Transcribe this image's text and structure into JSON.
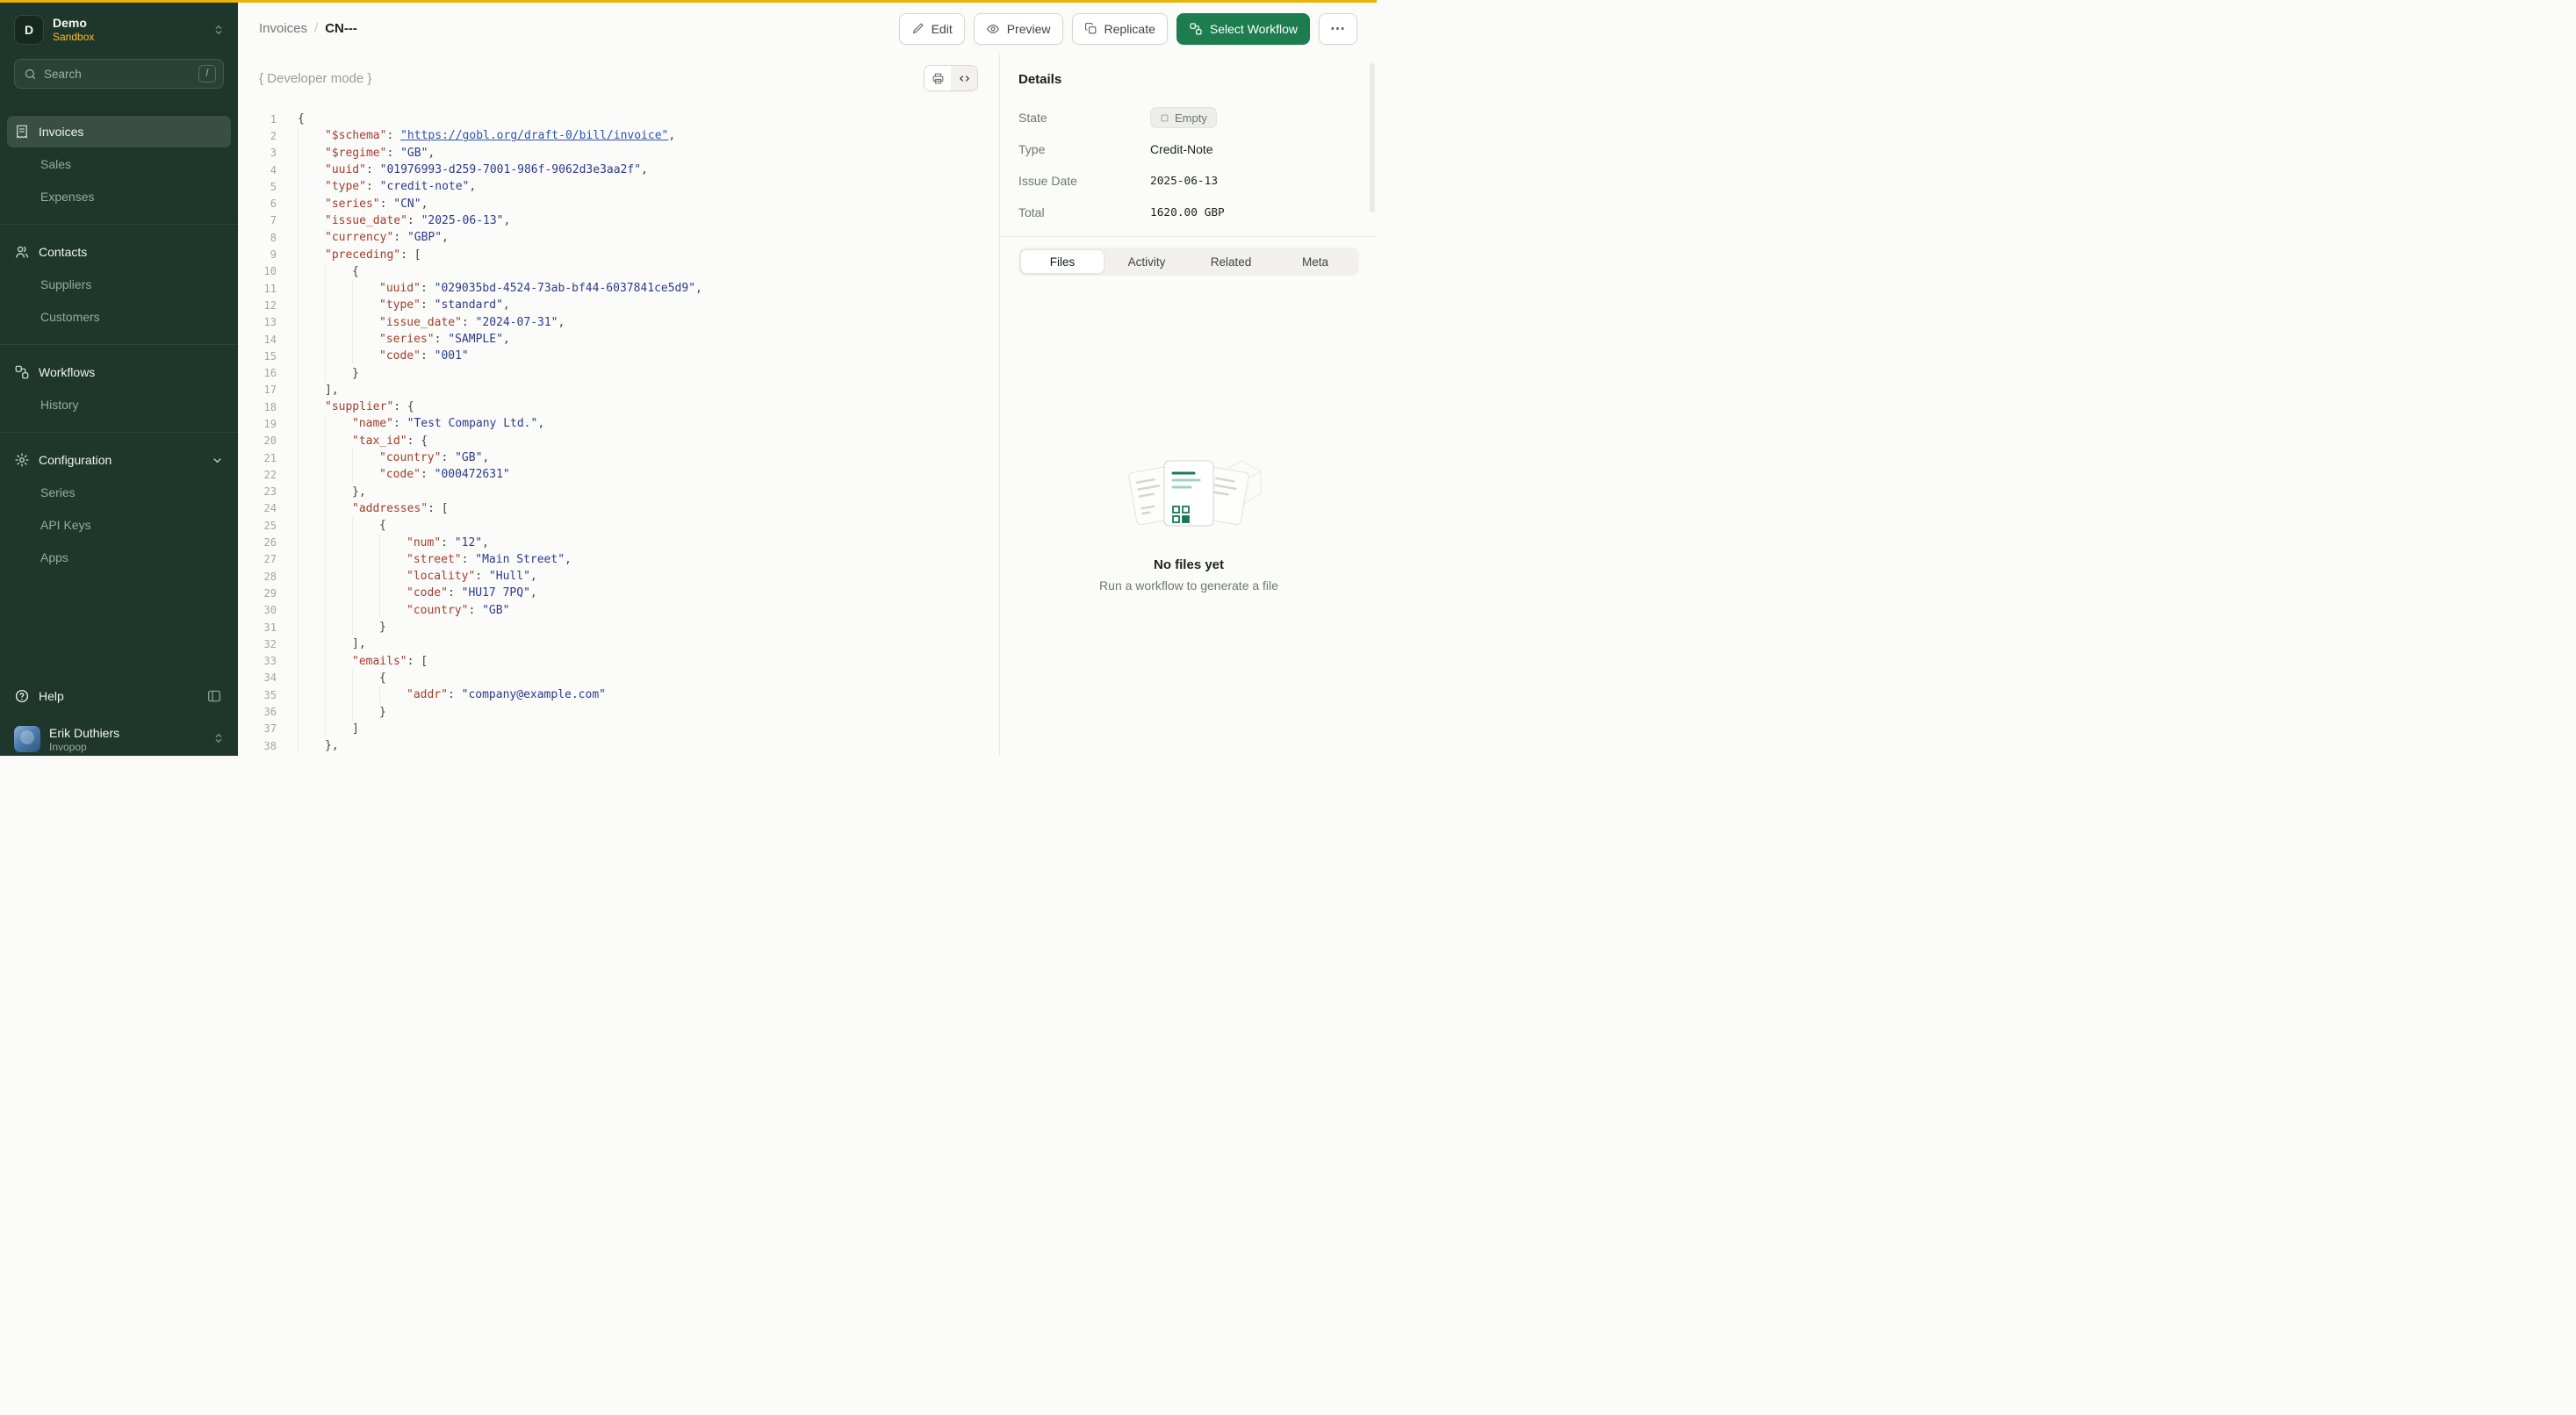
{
  "workspace": {
    "initial": "D",
    "name": "Demo",
    "environment": "Sandbox"
  },
  "search": {
    "placeholder": "Search",
    "shortcut": "/"
  },
  "sidebar": {
    "items": [
      {
        "label": "Invoices"
      },
      {
        "label": "Sales"
      },
      {
        "label": "Expenses"
      },
      {
        "label": "Contacts"
      },
      {
        "label": "Suppliers"
      },
      {
        "label": "Customers"
      },
      {
        "label": "Workflows"
      },
      {
        "label": "History"
      },
      {
        "label": "Configuration"
      },
      {
        "label": "Series"
      },
      {
        "label": "API Keys"
      },
      {
        "label": "Apps"
      }
    ],
    "help_label": "Help"
  },
  "user": {
    "name": "Erik Duthiers",
    "org": "Invopop"
  },
  "header": {
    "breadcrumb_root": "Invoices",
    "breadcrumb_sep": "/",
    "breadcrumb_current": "CN---",
    "edit_label": "Edit",
    "preview_label": "Preview",
    "replicate_label": "Replicate",
    "select_workflow_label": "Select Workflow",
    "more_label": "⋯"
  },
  "editor": {
    "mode_label": "{ Developer mode }"
  },
  "details": {
    "title": "Details",
    "rows": [
      {
        "label": "State",
        "value": "Empty"
      },
      {
        "label": "Type",
        "value": "Credit-Note"
      },
      {
        "label": "Issue Date",
        "value": "2025-06-13"
      },
      {
        "label": "Total",
        "value": "1620.00 GBP"
      }
    ],
    "tabs": [
      {
        "label": "Files"
      },
      {
        "label": "Activity"
      },
      {
        "label": "Related"
      },
      {
        "label": "Meta"
      }
    ],
    "empty": {
      "title": "No files yet",
      "subtitle": "Run a workflow to generate a file"
    }
  },
  "code": {
    "lines": [
      {
        "i": 0,
        "t": [
          [
            "p",
            "{"
          ]
        ]
      },
      {
        "i": 1,
        "t": [
          [
            "k",
            "\"$schema\""
          ],
          [
            "p",
            ": "
          ],
          [
            "l",
            "\"https://gobl.org/draft-0/bill/invoice\""
          ],
          [
            "p",
            ","
          ]
        ]
      },
      {
        "i": 1,
        "t": [
          [
            "k",
            "\"$regime\""
          ],
          [
            "p",
            ": "
          ],
          [
            "s",
            "\"GB\""
          ],
          [
            "p",
            ","
          ]
        ]
      },
      {
        "i": 1,
        "t": [
          [
            "k",
            "\"uuid\""
          ],
          [
            "p",
            ": "
          ],
          [
            "s",
            "\"01976993-d259-7001-986f-9062d3e3aa2f\""
          ],
          [
            "p",
            ","
          ]
        ]
      },
      {
        "i": 1,
        "t": [
          [
            "k",
            "\"type\""
          ],
          [
            "p",
            ": "
          ],
          [
            "s",
            "\"credit-note\""
          ],
          [
            "p",
            ","
          ]
        ]
      },
      {
        "i": 1,
        "t": [
          [
            "k",
            "\"series\""
          ],
          [
            "p",
            ": "
          ],
          [
            "s",
            "\"CN\""
          ],
          [
            "p",
            ","
          ]
        ]
      },
      {
        "i": 1,
        "t": [
          [
            "k",
            "\"issue_date\""
          ],
          [
            "p",
            ": "
          ],
          [
            "s",
            "\"2025-06-13\""
          ],
          [
            "p",
            ","
          ]
        ]
      },
      {
        "i": 1,
        "t": [
          [
            "k",
            "\"currency\""
          ],
          [
            "p",
            ": "
          ],
          [
            "s",
            "\"GBP\""
          ],
          [
            "p",
            ","
          ]
        ]
      },
      {
        "i": 1,
        "t": [
          [
            "k",
            "\"preceding\""
          ],
          [
            "p",
            ": ["
          ]
        ]
      },
      {
        "i": 2,
        "t": [
          [
            "p",
            "{"
          ]
        ]
      },
      {
        "i": 3,
        "t": [
          [
            "k",
            "\"uuid\""
          ],
          [
            "p",
            ": "
          ],
          [
            "s",
            "\"029035bd-4524-73ab-bf44-6037841ce5d9\""
          ],
          [
            "p",
            ","
          ]
        ]
      },
      {
        "i": 3,
        "t": [
          [
            "k",
            "\"type\""
          ],
          [
            "p",
            ": "
          ],
          [
            "s",
            "\"standard\""
          ],
          [
            "p",
            ","
          ]
        ]
      },
      {
        "i": 3,
        "t": [
          [
            "k",
            "\"issue_date\""
          ],
          [
            "p",
            ": "
          ],
          [
            "s",
            "\"2024-07-31\""
          ],
          [
            "p",
            ","
          ]
        ]
      },
      {
        "i": 3,
        "t": [
          [
            "k",
            "\"series\""
          ],
          [
            "p",
            ": "
          ],
          [
            "s",
            "\"SAMPLE\""
          ],
          [
            "p",
            ","
          ]
        ]
      },
      {
        "i": 3,
        "t": [
          [
            "k",
            "\"code\""
          ],
          [
            "p",
            ": "
          ],
          [
            "s",
            "\"001\""
          ]
        ]
      },
      {
        "i": 2,
        "t": [
          [
            "p",
            "}"
          ]
        ]
      },
      {
        "i": 1,
        "t": [
          [
            "p",
            "],"
          ]
        ]
      },
      {
        "i": 1,
        "t": [
          [
            "k",
            "\"supplier\""
          ],
          [
            "p",
            ": {"
          ]
        ]
      },
      {
        "i": 2,
        "t": [
          [
            "k",
            "\"name\""
          ],
          [
            "p",
            ": "
          ],
          [
            "s",
            "\"Test Company Ltd.\""
          ],
          [
            "p",
            ","
          ]
        ]
      },
      {
        "i": 2,
        "t": [
          [
            "k",
            "\"tax_id\""
          ],
          [
            "p",
            ": {"
          ]
        ]
      },
      {
        "i": 3,
        "t": [
          [
            "k",
            "\"country\""
          ],
          [
            "p",
            ": "
          ],
          [
            "s",
            "\"GB\""
          ],
          [
            "p",
            ","
          ]
        ]
      },
      {
        "i": 3,
        "t": [
          [
            "k",
            "\"code\""
          ],
          [
            "p",
            ": "
          ],
          [
            "s",
            "\"000472631\""
          ]
        ]
      },
      {
        "i": 2,
        "t": [
          [
            "p",
            "},"
          ]
        ]
      },
      {
        "i": 2,
        "t": [
          [
            "k",
            "\"addresses\""
          ],
          [
            "p",
            ": ["
          ]
        ]
      },
      {
        "i": 3,
        "t": [
          [
            "p",
            "{"
          ]
        ]
      },
      {
        "i": 4,
        "t": [
          [
            "k",
            "\"num\""
          ],
          [
            "p",
            ": "
          ],
          [
            "s",
            "\"12\""
          ],
          [
            "p",
            ","
          ]
        ]
      },
      {
        "i": 4,
        "t": [
          [
            "k",
            "\"street\""
          ],
          [
            "p",
            ": "
          ],
          [
            "s",
            "\"Main Street\""
          ],
          [
            "p",
            ","
          ]
        ]
      },
      {
        "i": 4,
        "t": [
          [
            "k",
            "\"locality\""
          ],
          [
            "p",
            ": "
          ],
          [
            "s",
            "\"Hull\""
          ],
          [
            "p",
            ","
          ]
        ]
      },
      {
        "i": 4,
        "t": [
          [
            "k",
            "\"code\""
          ],
          [
            "p",
            ": "
          ],
          [
            "s",
            "\"HU17 7PQ\""
          ],
          [
            "p",
            ","
          ]
        ]
      },
      {
        "i": 4,
        "t": [
          [
            "k",
            "\"country\""
          ],
          [
            "p",
            ": "
          ],
          [
            "s",
            "\"GB\""
          ]
        ]
      },
      {
        "i": 3,
        "t": [
          [
            "p",
            "}"
          ]
        ]
      },
      {
        "i": 2,
        "t": [
          [
            "p",
            "],"
          ]
        ]
      },
      {
        "i": 2,
        "t": [
          [
            "k",
            "\"emails\""
          ],
          [
            "p",
            ": ["
          ]
        ]
      },
      {
        "i": 3,
        "t": [
          [
            "p",
            "{"
          ]
        ]
      },
      {
        "i": 4,
        "t": [
          [
            "k",
            "\"addr\""
          ],
          [
            "p",
            ": "
          ],
          [
            "s",
            "\"company@example.com\""
          ]
        ]
      },
      {
        "i": 3,
        "t": [
          [
            "p",
            "}"
          ]
        ]
      },
      {
        "i": 2,
        "t": [
          [
            "p",
            "]"
          ]
        ]
      },
      {
        "i": 1,
        "t": [
          [
            "p",
            "},"
          ]
        ]
      }
    ]
  },
  "colors": {
    "sandbox_yellow": "#eab308",
    "sidebar_bg": "#1e362c",
    "brand_green": "#1e7d4e",
    "code_key": "#a33d2a",
    "code_string": "#2d3a8c",
    "code_link": "#2d52b4"
  }
}
